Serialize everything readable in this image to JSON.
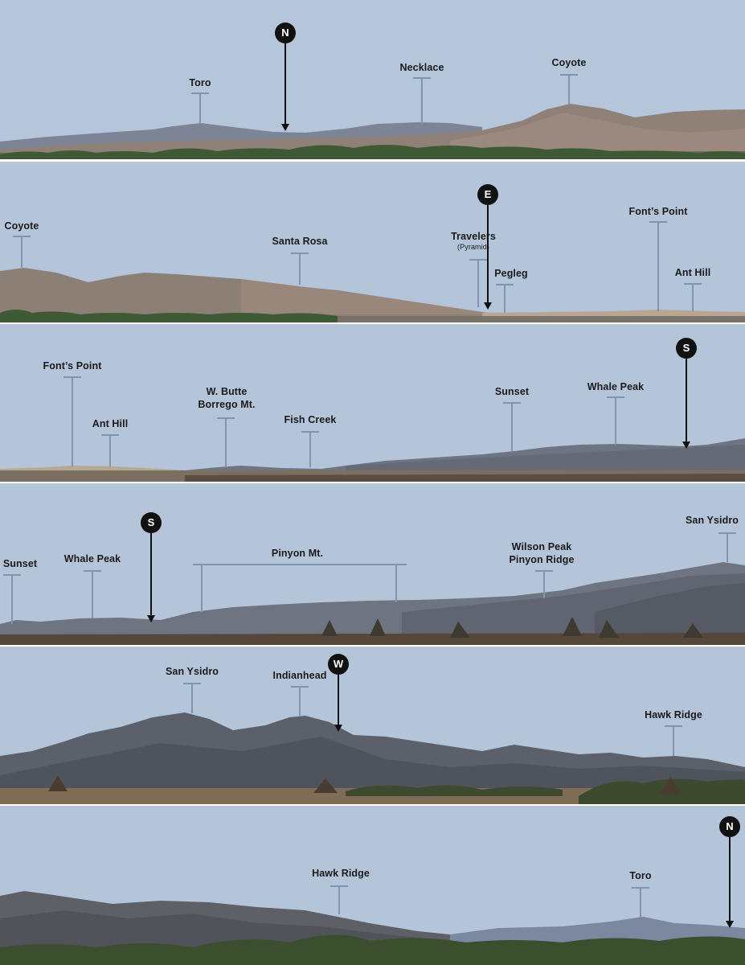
{
  "panels": [
    {
      "labels": [
        {
          "id": "toro",
          "text": "Toro"
        },
        {
          "id": "necklace",
          "text": "Necklace"
        },
        {
          "id": "coyote",
          "text": "Coyote"
        }
      ],
      "compass": [
        {
          "id": "n",
          "letter": "N"
        }
      ]
    },
    {
      "labels": [
        {
          "id": "coyote",
          "text": "Coyote"
        },
        {
          "id": "santa-rosa",
          "text": "Santa Rosa"
        },
        {
          "id": "travelers",
          "text": "Travelers",
          "sub": "(Pyramid)"
        },
        {
          "id": "pegleg",
          "text": "Pegleg"
        },
        {
          "id": "fonts-point",
          "text": "Font’s Point"
        },
        {
          "id": "ant-hill",
          "text": "Ant Hill"
        }
      ],
      "compass": [
        {
          "id": "e",
          "letter": "E"
        }
      ]
    },
    {
      "labels": [
        {
          "id": "fonts-point",
          "text": "Font’s Point"
        },
        {
          "id": "ant-hill",
          "text": "Ant Hill"
        },
        {
          "id": "w-butte",
          "text": "W. Butte",
          "line2": "Borrego Mt."
        },
        {
          "id": "fish-creek",
          "text": "Fish Creek"
        },
        {
          "id": "sunset",
          "text": "Sunset"
        },
        {
          "id": "whale-peak",
          "text": "Whale Peak"
        }
      ],
      "compass": [
        {
          "id": "s",
          "letter": "S"
        }
      ]
    },
    {
      "labels": [
        {
          "id": "sunset",
          "text": "Sunset"
        },
        {
          "id": "whale-peak",
          "text": "Whale Peak"
        },
        {
          "id": "pinyon-mt",
          "text": "Pinyon Mt."
        },
        {
          "id": "wilson-peak",
          "text": "Wilson Peak",
          "line2": "Pinyon Ridge"
        },
        {
          "id": "san-ysidro",
          "text": "San Ysidro"
        }
      ],
      "compass": [
        {
          "id": "s",
          "letter": "S"
        }
      ]
    },
    {
      "labels": [
        {
          "id": "san-ysidro",
          "text": "San Ysidro"
        },
        {
          "id": "indianhead",
          "text": "Indianhead"
        },
        {
          "id": "hawk-ridge",
          "text": "Hawk Ridge"
        }
      ],
      "compass": [
        {
          "id": "w",
          "letter": "W"
        }
      ]
    },
    {
      "labels": [
        {
          "id": "hawk-ridge",
          "text": "Hawk Ridge"
        },
        {
          "id": "toro",
          "text": "Toro"
        }
      ],
      "compass": [
        {
          "id": "n",
          "letter": "N"
        }
      ]
    }
  ],
  "colors": {
    "sky": "#b4c4d9",
    "leader": "#7d96ad",
    "compass": "#111111"
  }
}
